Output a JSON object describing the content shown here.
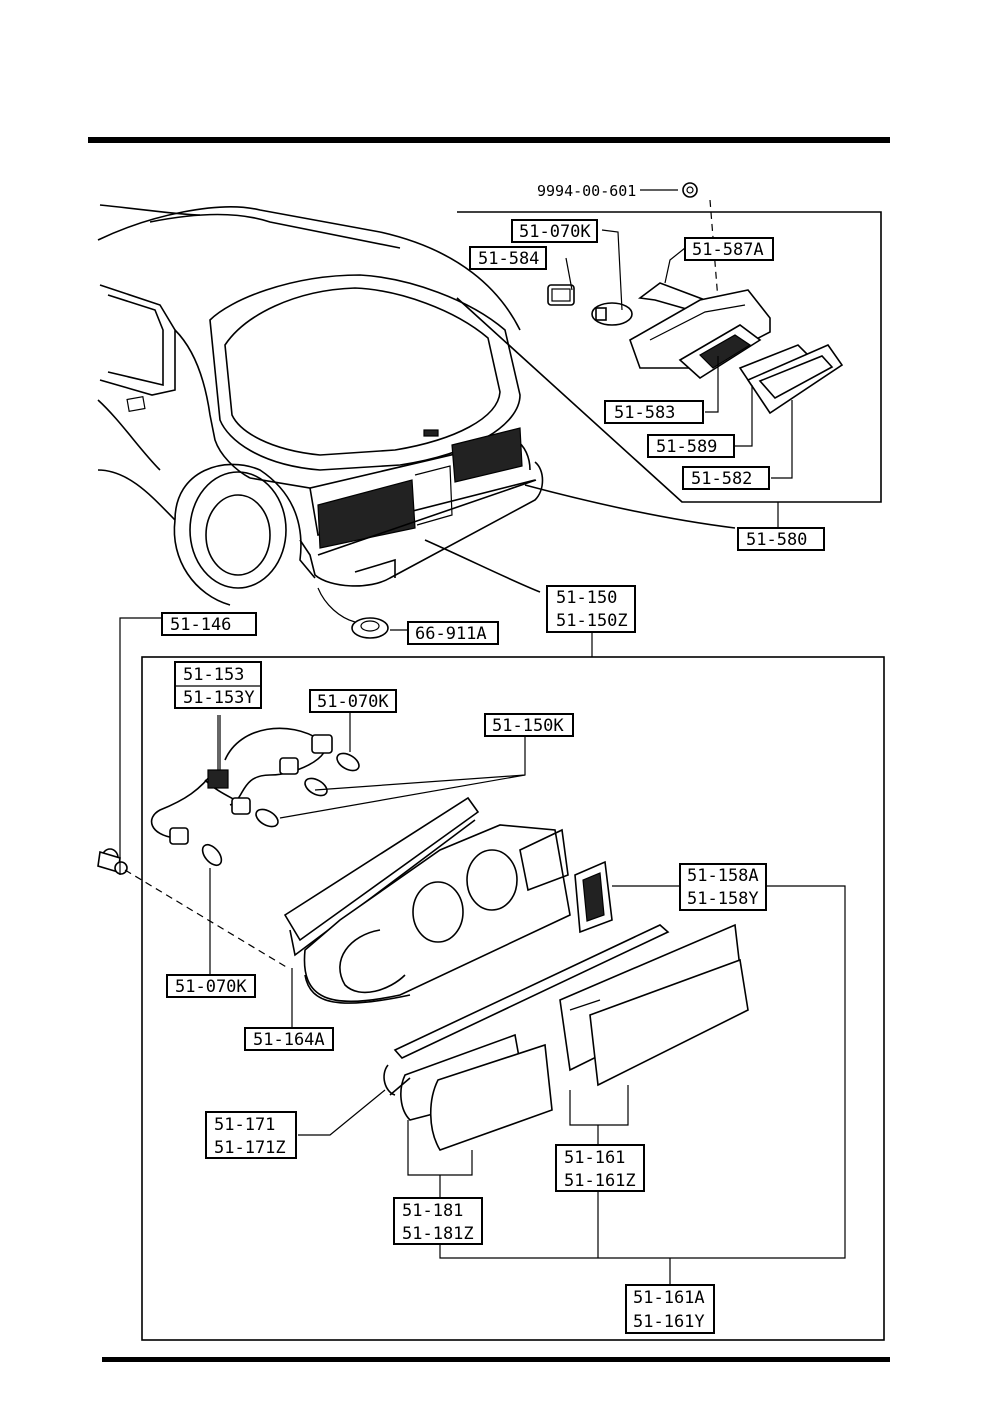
{
  "labels": {
    "bolt": "9994-00-601",
    "l_51070K_a": "51-070K",
    "l_51584": "51-584",
    "l_51587A": "51-587A",
    "l_51583": "51-583",
    "l_51589": "51-589",
    "l_51582": "51-582",
    "l_51580": "51-580",
    "l_51150": "51-150",
    "l_51150Z": "51-150Z",
    "l_51146": "51-146",
    "l_66911A": "66-911A",
    "l_51153": "51-153",
    "l_51153Y": "51-153Y",
    "l_51070K_b": "51-070K",
    "l_51150K": "51-150K",
    "l_51158A": "51-158A",
    "l_51158Y": "51-158Y",
    "l_51070K_c": "51-070K",
    "l_51164A": "51-164A",
    "l_51171": "51-171",
    "l_51171Z": "51-171Z",
    "l_51161": "51-161",
    "l_51161Z": "51-161Z",
    "l_51181": "51-181",
    "l_51181Z": "51-181Z",
    "l_51161A": "51-161A",
    "l_51161Y": "51-161Y"
  },
  "colors": {
    "ink": "#000000",
    "paper": "#ffffff",
    "lens_dark": "#222222"
  }
}
